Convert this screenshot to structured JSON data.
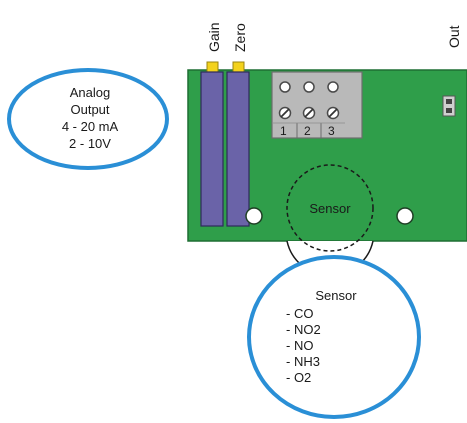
{
  "labels": {
    "gain": "Gain",
    "zero": "Zero",
    "out": "Out",
    "sensor_on_board": "Sensor"
  },
  "analog_output": {
    "lines": [
      "Analog",
      "Output",
      "4 - 20 mA",
      "2 - 10V"
    ]
  },
  "sensor_list": {
    "title": "Sensor",
    "items": [
      "- CO",
      "- NO2",
      "- NO",
      "- NH3",
      "- O2"
    ]
  },
  "terminal": {
    "numbers": [
      "1",
      "2",
      "3"
    ]
  },
  "colors": {
    "board": "#2f9e4a",
    "board_edge": "#1f6e33",
    "potentiometer": "#6a63a8",
    "pot_cap": "#f3d21c",
    "callout_ring": "#2a8fd6",
    "terminal_block": "#b9b9b9"
  }
}
